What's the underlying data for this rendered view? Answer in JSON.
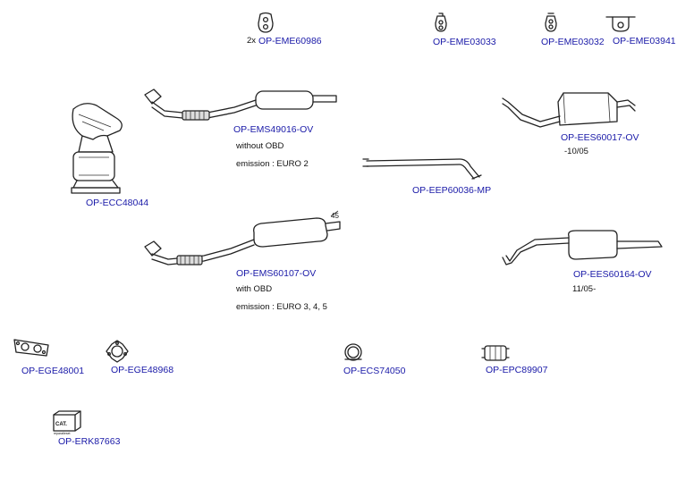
{
  "parts": {
    "mount1": {
      "qty": "2x",
      "code": "OP-EME60986"
    },
    "mount2": {
      "code": "OP-EME03033"
    },
    "mount3": {
      "code": "OP-EME03032"
    },
    "mount4": {
      "code": "OP-EME03941"
    },
    "front_pipe_1": {
      "code": "OP-EMS49016-OV",
      "note1": "without OBD",
      "note2": "emission : EURO 2"
    },
    "catalyst": {
      "code": "OP-ECC48044"
    },
    "rear_silencer_1": {
      "code": "OP-EES60017-OV",
      "note": "-10/05"
    },
    "center_pipe": {
      "code": "OP-EEP60036-MP"
    },
    "front_pipe_2": {
      "code": "OP-EMS60107-OV",
      "dim": "45",
      "note1": "with OBD",
      "note2": "emission : EURO 3, 4, 5"
    },
    "rear_silencer_2": {
      "code": "OP-EES60164-OV",
      "note": "11/05-"
    },
    "gasket1": {
      "code": "OP-EGE48001"
    },
    "gasket2": {
      "code": "OP-EGE48968"
    },
    "clamp": {
      "code": "OP-ECS74050"
    },
    "connector": {
      "code": "OP-EPC89907"
    },
    "repair_kit": {
      "code": "OP-ERK87663",
      "box_text": "CAT.",
      "box_sub": "reparatieset"
    }
  }
}
